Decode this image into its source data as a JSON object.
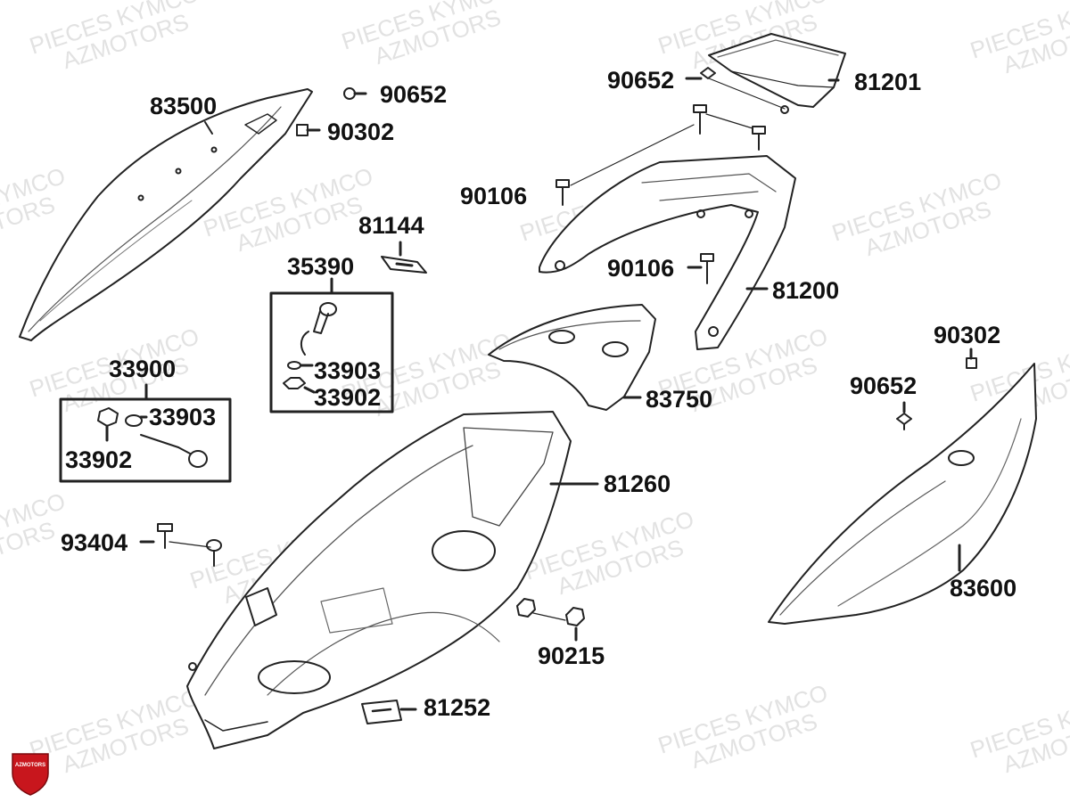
{
  "watermark": {
    "line1": "PIECES KYMCO",
    "line2": "AZMOTORS"
  },
  "logo": {
    "text": "AZMOTORS",
    "color": "#c8161d"
  },
  "parts": {
    "p83500": "83500",
    "p90652_a": "90652",
    "p90302_a": "90302",
    "p90652_b": "90652",
    "p81201": "81201",
    "p90106_a": "90106",
    "p81144": "81144",
    "p35390": "35390",
    "p90106_b": "90106",
    "p81200": "81200",
    "p33900": "33900",
    "p33903_a": "33903",
    "p33902_a": "33902",
    "p33903_b": "33903",
    "p33902_b": "33902",
    "p83750": "83750",
    "p90302_b": "90302",
    "p90652_c": "90652",
    "p81260": "81260",
    "p93404": "93404",
    "p90215": "90215",
    "p83600": "83600",
    "p81252": "81252"
  }
}
